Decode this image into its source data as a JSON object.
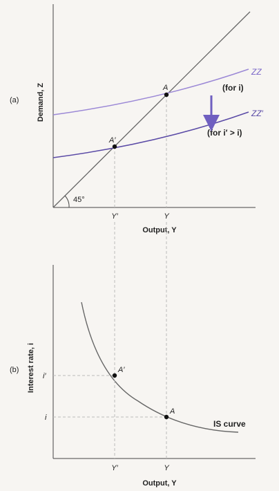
{
  "colors": {
    "background": "#f7f5f2",
    "axis": "#444444",
    "line45": "#666666",
    "zz": "#9b88d6",
    "zzp": "#5a4aa6",
    "arrow": "#6f5fc0",
    "is_curve": "#666666",
    "guide": "#bbbbbb",
    "point": "#111111"
  },
  "panel_a": {
    "label": "(a)",
    "ylabel": "Demand, Z",
    "xlabel": "Output, Y",
    "angle_label": "45°",
    "zz_label": "ZZ",
    "zzp_label": "ZZ′",
    "zz_note": "(for i)",
    "zzp_note": "(for i′ > i)",
    "point_A": "A",
    "point_Ap": "A′",
    "tick_Yp": "Y′",
    "tick_Y": "Y"
  },
  "panel_b": {
    "label": "(b)",
    "ylabel": "Interest rate, i",
    "xlabel": "Output, Y",
    "curve_label": "IS curve",
    "tick_ip": "i′",
    "tick_i": "i",
    "point_A": "A",
    "point_Ap": "A′",
    "tick_Yp": "Y′",
    "tick_Y": "Y"
  }
}
